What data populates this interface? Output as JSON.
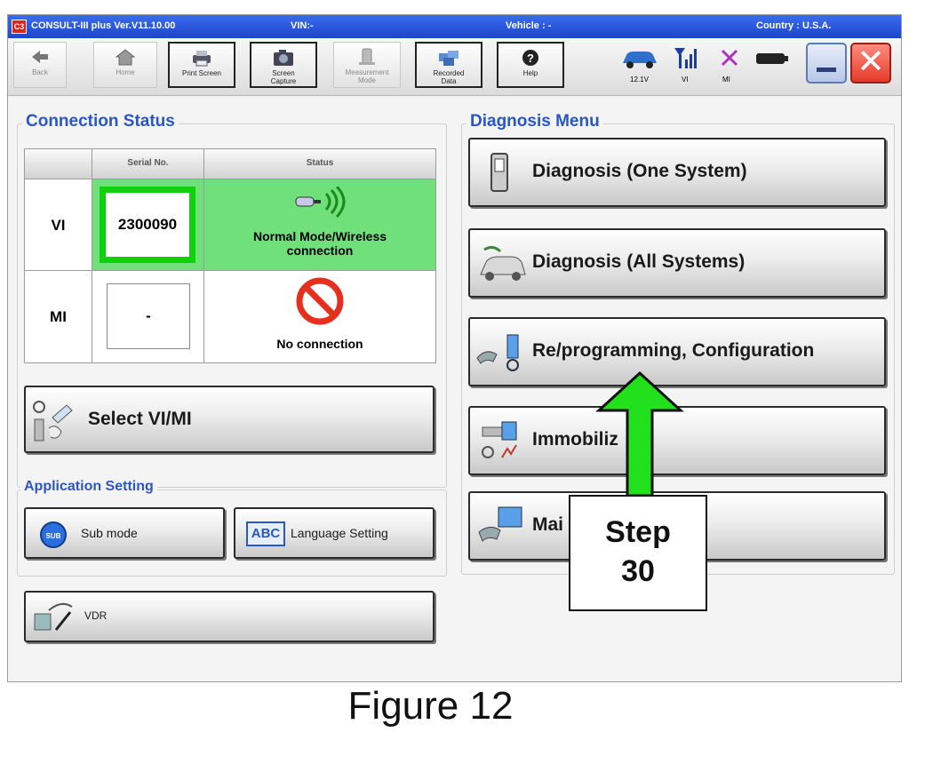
{
  "titlebar": {
    "app": "CONSULT-III plus  Ver.V11.10.00",
    "vin": "VIN:-",
    "vehicle": "Vehicle : -",
    "country": "Country : U.S.A."
  },
  "toolbar": {
    "back": "Back",
    "home": "Home",
    "print_screen": "Print Screen",
    "screen_capture_1": "Screen",
    "screen_capture_2": "Capture",
    "measurement_1": "Measurement",
    "measurement_2": "Mode",
    "recorded_1": "Recorded",
    "recorded_2": "Data",
    "help": "Help",
    "voltage": "12.1V",
    "vi": "VI",
    "mi": "MI"
  },
  "connection_status": {
    "title": "Connection Status",
    "col_serial": "Serial No.",
    "col_status": "Status",
    "vi_label": "VI",
    "vi_serial": "2300090",
    "vi_status": "Normal Mode/Wireless connection",
    "mi_label": "MI",
    "mi_serial": "-",
    "mi_status": "No connection"
  },
  "select_vimi": "Select VI/MI",
  "application_setting": {
    "title": "Application Setting",
    "sub_mode": "Sub mode",
    "sub_icon": "SUB",
    "abc_icon": "ABC",
    "language": "Language Setting"
  },
  "vdr": "VDR",
  "diagnosis_menu": {
    "title": "Diagnosis Menu",
    "one_system": "Diagnosis (One System)",
    "all_systems": "Diagnosis (All Systems)",
    "reprogramming": "Re/programming, Configuration",
    "immobilizer": "Immobiliz",
    "maintenance": "Mai"
  },
  "callout": {
    "line1": "Step",
    "line2": "30"
  },
  "caption": "Figure 12",
  "colors": {
    "title_blue": "#2a56c6",
    "connected_green": "#6fe07a",
    "arrow_green": "#22e01b"
  }
}
